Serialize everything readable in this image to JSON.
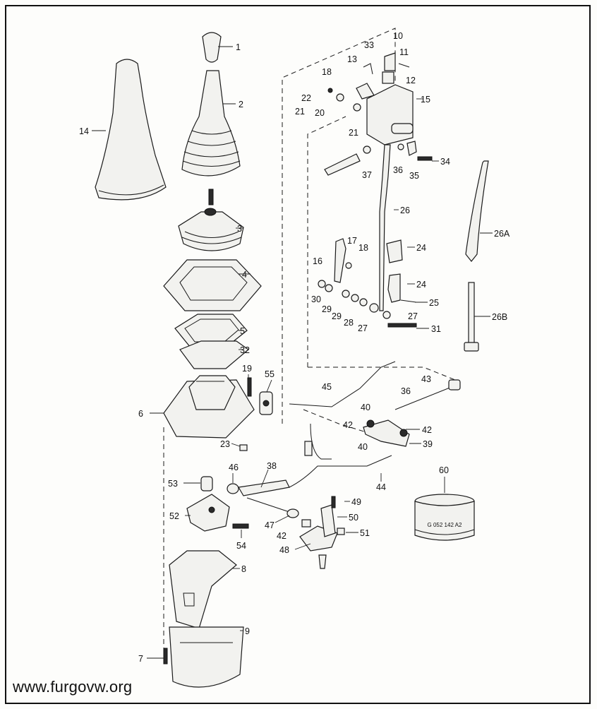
{
  "labels": {
    "p1": "1",
    "p2": "2",
    "p3": "3",
    "p4": "4",
    "p5": "5",
    "p6": "6",
    "p7": "7",
    "p8": "8",
    "p9": "9",
    "p10": "10",
    "p11": "11",
    "p12": "12",
    "p13": "13",
    "p14": "14",
    "p15": "15",
    "p16": "16",
    "p17": "17",
    "p18a": "18",
    "p18b": "18",
    "p19": "19",
    "p20": "20",
    "p21a": "21",
    "p21b": "21",
    "p22": "22",
    "p23": "23",
    "p24a": "24",
    "p24b": "24",
    "p25": "25",
    "p26": "26",
    "p26A": "26A",
    "p26B": "26B",
    "p27a": "27",
    "p27b": "27",
    "p28": "28",
    "p29a": "29",
    "p29b": "29",
    "p30": "30",
    "p31": "31",
    "p32": "32",
    "p33": "33",
    "p34": "34",
    "p35": "35",
    "p36a": "36",
    "p36b": "36",
    "p37": "37",
    "p38": "38",
    "p39": "39",
    "p40a": "40",
    "p40b": "40",
    "p42a": "42",
    "p42b": "42",
    "p42c": "42",
    "p43": "43",
    "p44": "44",
    "p45": "45",
    "p46": "46",
    "p47": "47",
    "p48": "48",
    "p49": "49",
    "p50": "50",
    "p51": "51",
    "p52": "52",
    "p53": "53",
    "p54": "54",
    "p55": "55",
    "p60": "60"
  },
  "part_code": "G 052 142 A2",
  "watermark": "www.furgovw.org"
}
